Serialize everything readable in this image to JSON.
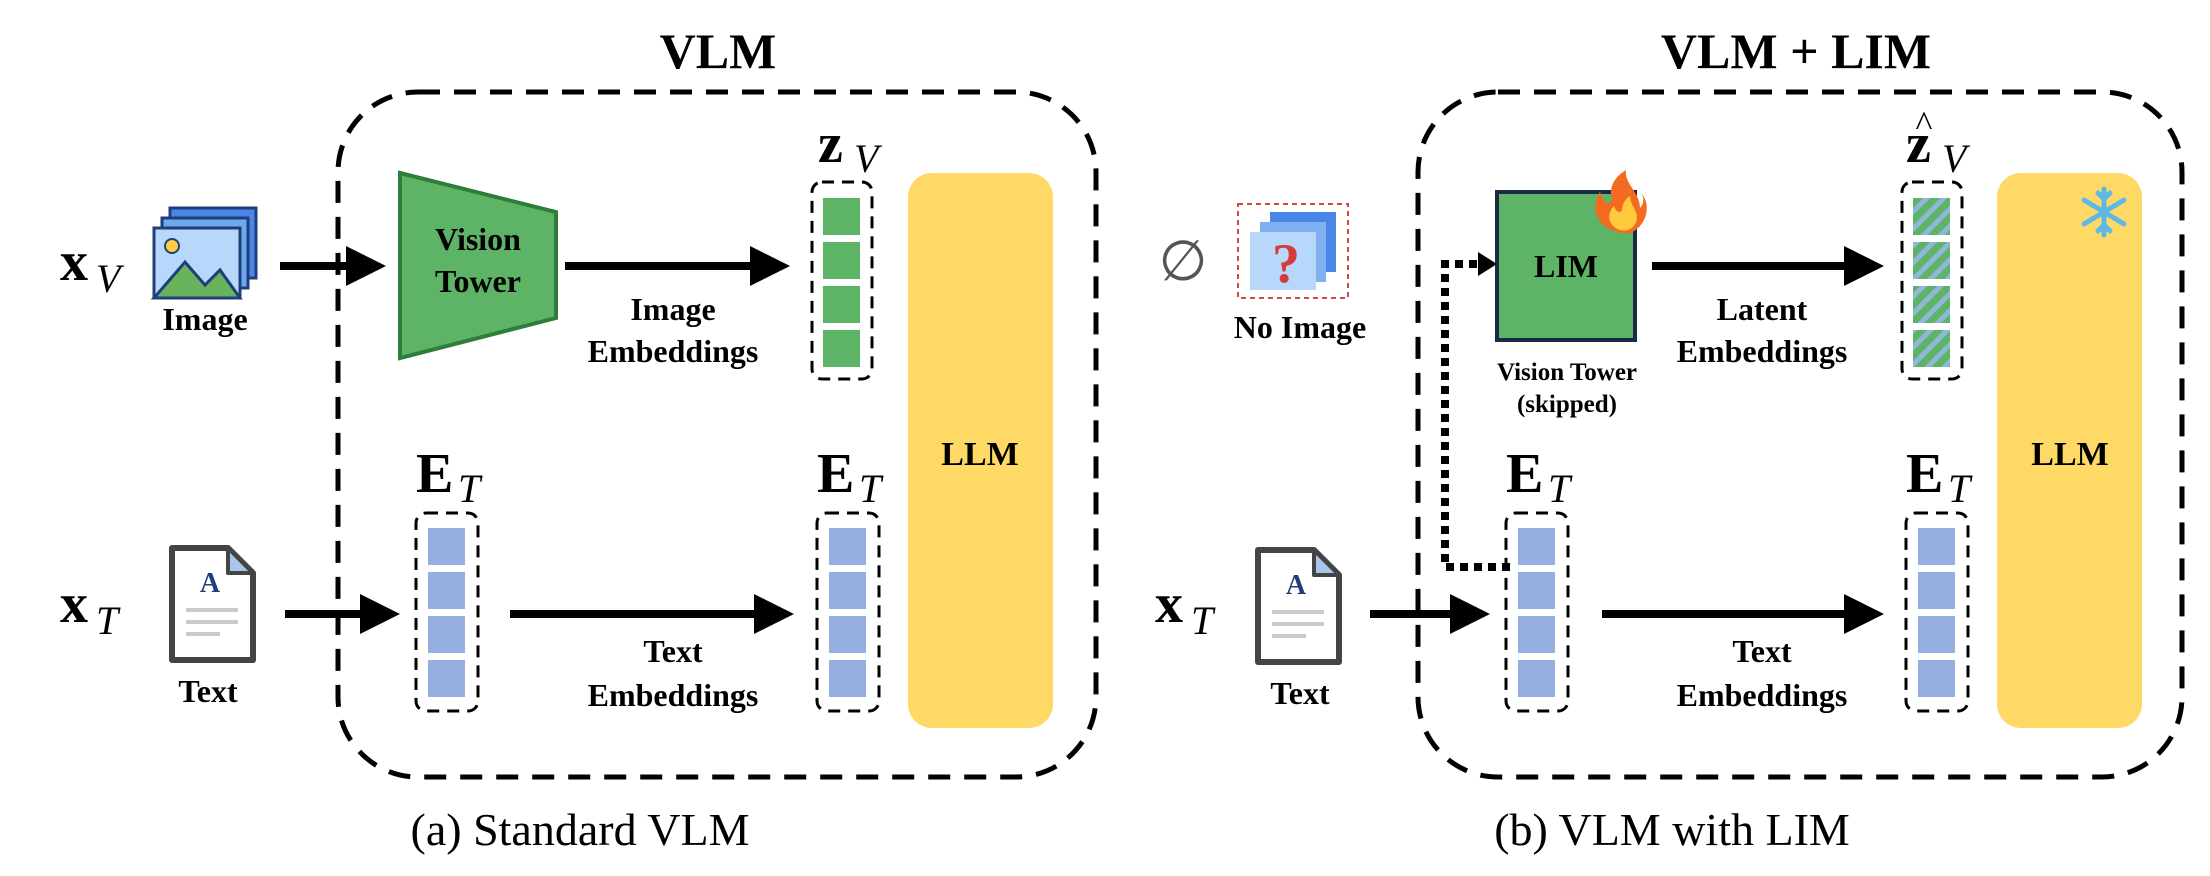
{
  "colors": {
    "vision_green": "#5db366",
    "vision_green_stroke": "#2e7d3a",
    "text_blue": "#94afe0",
    "text_blue_stroke": "#6f8dc9",
    "llm_yellow": "#ffd966",
    "lim_box_stroke": "#1b2a44",
    "arrow": "#000000"
  },
  "panel_a": {
    "title": "VLM",
    "caption": "(a) Standard VLM",
    "input_image_symbol": "x",
    "input_image_sub": "V",
    "input_image_label": "Image",
    "input_text_symbol": "x",
    "input_text_sub": "T",
    "input_text_label": "Text",
    "vision_tower_line1": "Vision",
    "vision_tower_line2": "Tower",
    "image_embeddings_line1": "Image",
    "image_embeddings_line2": "Embeddings",
    "text_embeddings_line1": "Text",
    "text_embeddings_line2": "Embeddings",
    "z_symbol": "z",
    "z_sub": "V",
    "e_symbol": "E",
    "e_sub": "T",
    "llm_label": "LLM",
    "doc_letter": "A"
  },
  "panel_b": {
    "title": "VLM + LIM",
    "caption": "(b) VLM with LIM",
    "empty_set_symbol": "∅",
    "no_image_label": "No Image",
    "question_mark": "?",
    "input_text_symbol": "x",
    "input_text_sub": "T",
    "input_text_label": "Text",
    "lim_label": "LIM",
    "vision_tower_skipped_line1": "Vision Tower",
    "vision_tower_skipped_line2": "(skipped)",
    "latent_embeddings_line1": "Latent",
    "latent_embeddings_line2": "Embeddings",
    "text_embeddings_line1": "Text",
    "text_embeddings_line2": "Embeddings",
    "zhat_symbol": "z",
    "zhat_sub": "V",
    "hat_symbol": "^",
    "e_symbol": "E",
    "e_sub": "T",
    "llm_label": "LLM",
    "doc_letter": "A",
    "trainable_icon": "fire-icon",
    "frozen_icon": "snowflake-icon"
  }
}
